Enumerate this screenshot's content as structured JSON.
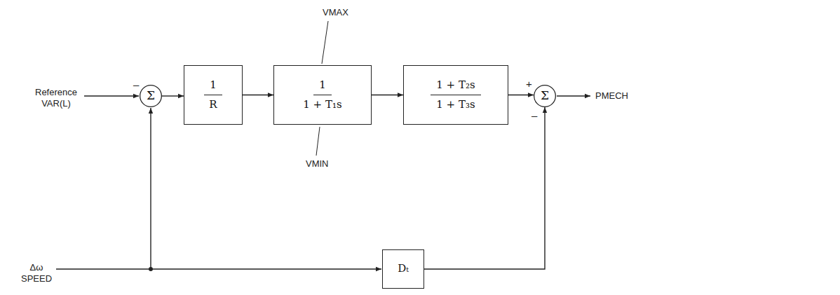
{
  "diagram": {
    "nodes": [
      {
        "text": [
          "Σ"
        ]
      },
      {
        "text": [
          "1",
          "R"
        ]
      },
      {
        "text": [
          "1",
          "1 + T₁s"
        ]
      },
      {
        "text": [
          "1 + T₂s",
          "1 + T₃s"
        ]
      },
      {
        "text": [
          "Σ"
        ]
      },
      {
        "text": [
          "Dₜ"
        ]
      }
    ],
    "edges": [
      {
        "from": 0,
        "to": 1,
        "arrow": "to"
      },
      {
        "from": 1,
        "to": 2,
        "arrow": "to"
      },
      {
        "from": 2,
        "to": 3,
        "arrow": "to"
      },
      {
        "from": 3,
        "to": 4,
        "arrow": "to"
      },
      {
        "from": 5,
        "to": 4,
        "arrow": "to"
      }
    ],
    "labels": [
      "Reference VAR(L)",
      "–",
      "VMAX",
      "VMIN",
      "+",
      "–",
      "PMECH",
      "Δω SPEED"
    ]
  }
}
